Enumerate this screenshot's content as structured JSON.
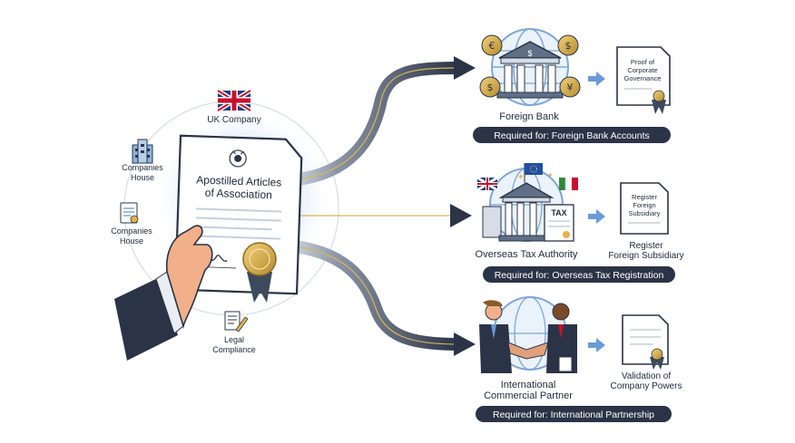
{
  "source": {
    "flag_label": "UK Company",
    "document_title_line1": "Apostilled Articles",
    "document_title_line2": "of Association",
    "side_items": [
      {
        "line1": "Companies",
        "line2": "House"
      },
      {
        "line1": "Companies",
        "line2": "House"
      },
      {
        "line1": "Legal",
        "line2": "Compliance"
      }
    ]
  },
  "destinations": [
    {
      "title_line1": "Foreign Bank",
      "title_line2": "",
      "requirement": "Required for: Foreign Bank Accounts",
      "doc_lines": [
        "Proof of",
        "Corporate",
        "Governance"
      ],
      "result_line1": "",
      "result_line2": ""
    },
    {
      "title_line1": "Overseas Tax Authority",
      "title_line2": "",
      "requirement": "Required for: Overseas Tax Registration",
      "badge": "TAX",
      "doc_lines": [
        "Register",
        "Foreign",
        "Subsidiary"
      ],
      "result_line1": "Register",
      "result_line2": "Foreign Subsidiary"
    },
    {
      "title_line1": "International",
      "title_line2": "Commercial Partner",
      "requirement": "Required for: International Partnership",
      "doc_lines": [],
      "result_line1": "Validation of",
      "result_line2": "Company Powers"
    }
  ],
  "colors": {
    "navy": "#2b3447",
    "steel": "#5f6f86",
    "globe": "#7fa6d6",
    "gold": "#c9a045",
    "arrow_blue": "#6a9bd8",
    "red": "#c8102e",
    "ribbon": "#3c4a5c"
  }
}
